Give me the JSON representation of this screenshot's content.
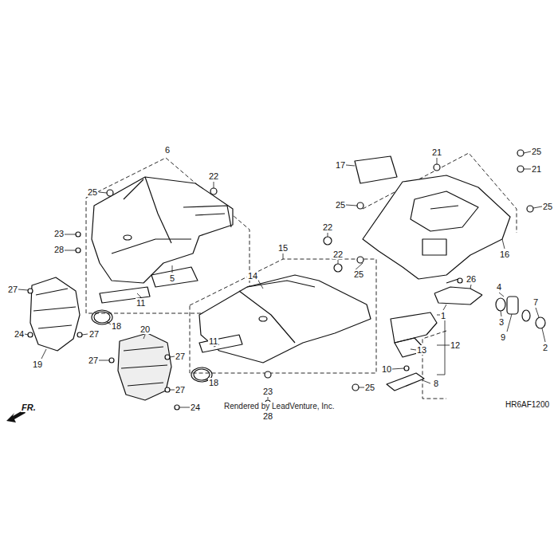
{
  "diagram": {
    "labels": [
      "6",
      "25",
      "22",
      "23",
      "28",
      "5",
      "11",
      "27",
      "24",
      "19",
      "18",
      "27",
      "15",
      "14",
      "22",
      "22",
      "25",
      "20",
      "27",
      "27",
      "27",
      "11",
      "18",
      "24",
      "25",
      "23",
      "28",
      "17",
      "21",
      "25",
      "21",
      "25",
      "25",
      "16",
      "26",
      "4",
      "7",
      "1",
      "3",
      "9",
      "2",
      "12",
      "13",
      "10",
      "8",
      "Rendered by LeadVenture, Inc.",
      "HR6AF1200",
      "FR."
    ]
  }
}
